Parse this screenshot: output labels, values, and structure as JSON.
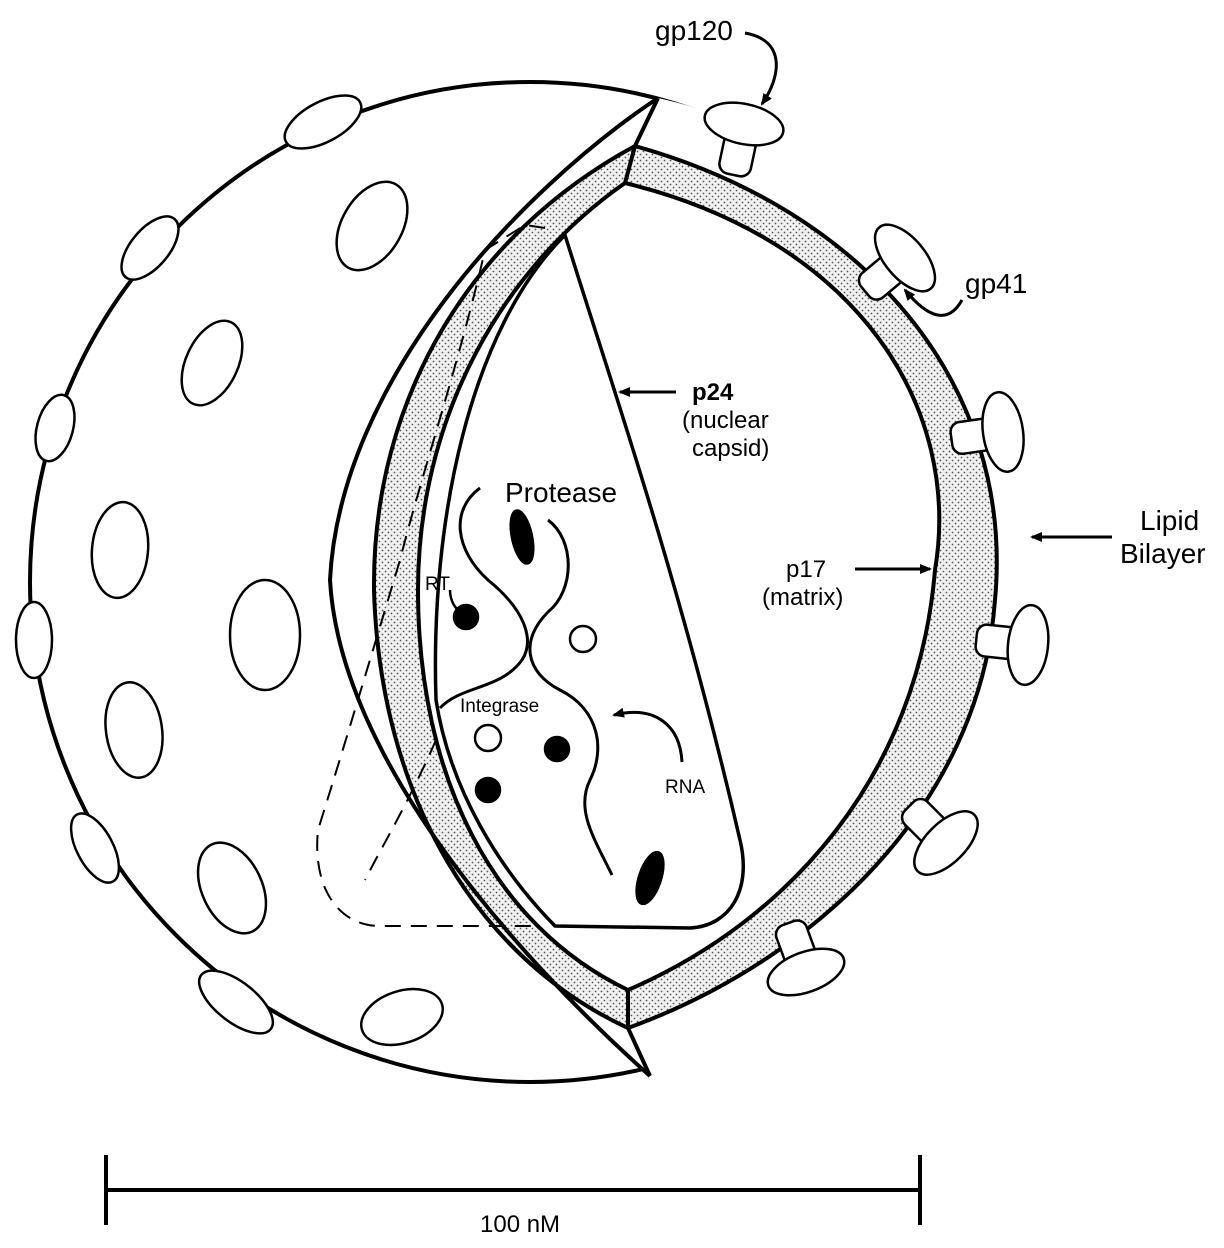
{
  "labels": {
    "gp120": "gp120",
    "gp41": "gp41",
    "p24_title": "p24",
    "p24_line1": "(nuclear",
    "p24_line2": "capsid)",
    "lipid_line1": "Lipid",
    "lipid_line2": "Bilayer",
    "p17_title": "p17",
    "p17_line1": "(matrix)",
    "protease": "Protease",
    "rt": "RT",
    "integrase": "Integrase",
    "rna": "RNA"
  },
  "scale_bar": {
    "label": "100 nM"
  },
  "colors": {
    "ink": "#000000",
    "paper": "#ffffff",
    "stipple": "#d6d6d6"
  }
}
